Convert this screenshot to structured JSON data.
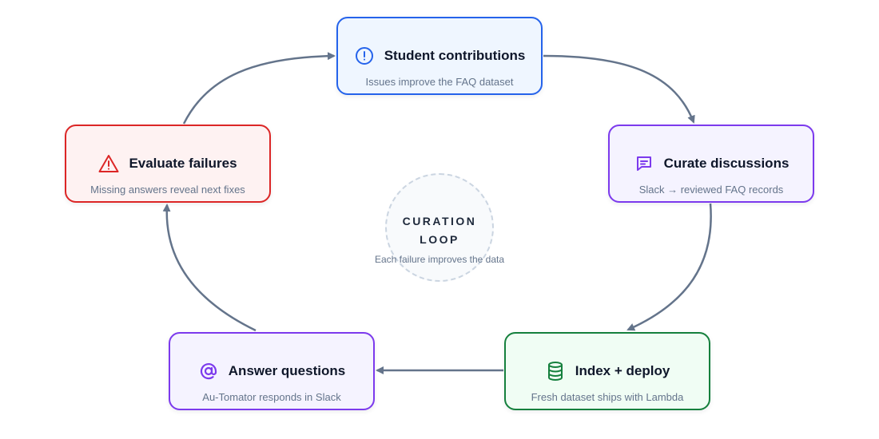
{
  "nodes": {
    "student_contributions": {
      "title": "Student contributions",
      "subtitle": "Issues improve the FAQ dataset",
      "icon": "alert-circle-icon",
      "border": "#2563eb",
      "fill": "#eff6ff",
      "icon_color": "#2563eb"
    },
    "curate_discussions": {
      "title": "Curate discussions",
      "subtitle": "Slack → reviewed FAQ records",
      "icon": "message-square-icon",
      "border": "#7c3aed",
      "fill": "#f5f3ff",
      "icon_color": "#7c3aed"
    },
    "index_deploy": {
      "title": "Index + deploy",
      "subtitle": "Fresh dataset ships with Lambda",
      "icon": "database-icon",
      "border": "#15803d",
      "fill": "#f0fdf4",
      "icon_color": "#15803d"
    },
    "answer_questions": {
      "title": "Answer questions",
      "subtitle": "Au-Tomator responds in Slack",
      "icon": "at-sign-icon",
      "border": "#7c3aed",
      "fill": "#f5f3ff",
      "icon_color": "#7c3aed"
    },
    "evaluate_failures": {
      "title": "Evaluate failures",
      "subtitle": "Missing answers reveal next fixes",
      "icon": "warning-triangle-icon",
      "border": "#dc2626",
      "fill": "#fef2f2",
      "icon_color": "#dc2626"
    }
  },
  "center": {
    "title_line1": "CURATION",
    "title_line2": "LOOP",
    "subtitle": "Each failure improves the data"
  },
  "edges": [
    {
      "from": "student_contributions",
      "to": "curate_discussions"
    },
    {
      "from": "curate_discussions",
      "to": "index_deploy"
    },
    {
      "from": "index_deploy",
      "to": "answer_questions"
    },
    {
      "from": "answer_questions",
      "to": "evaluate_failures"
    },
    {
      "from": "evaluate_failures",
      "to": "student_contributions"
    }
  ],
  "colors": {
    "arrow": "#64748b"
  }
}
